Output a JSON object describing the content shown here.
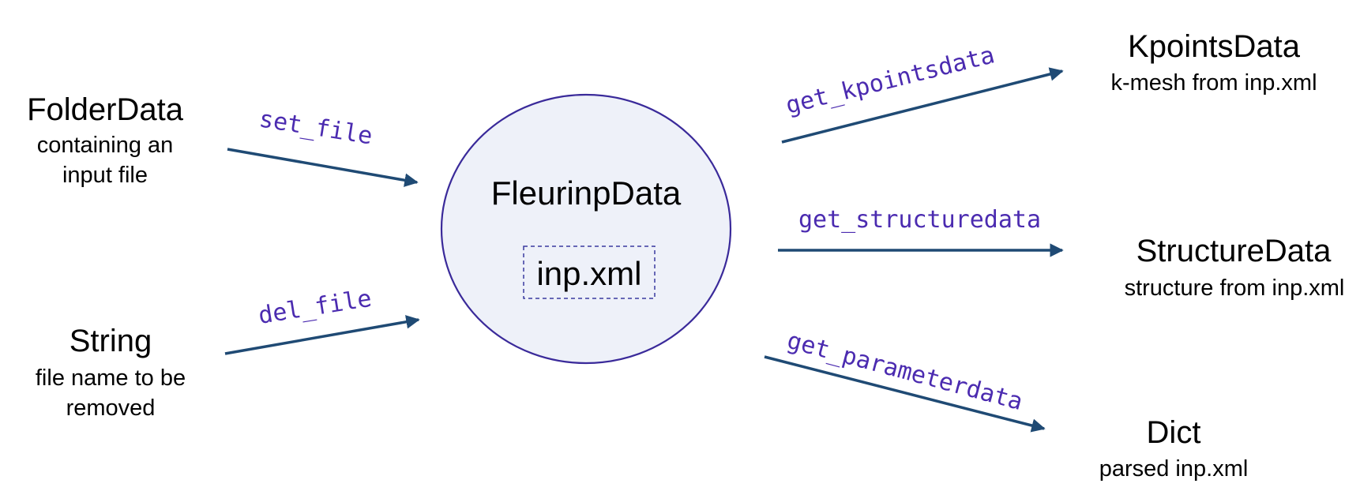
{
  "center": {
    "title": "FleurinpData",
    "inner_label": "inp.xml"
  },
  "inputs": [
    {
      "title": "FolderData",
      "subtitle_lines": [
        "containing an",
        "input file"
      ],
      "method": "set_file"
    },
    {
      "title": "String",
      "subtitle_lines": [
        "file name to be",
        "removed"
      ],
      "method": "del_file"
    }
  ],
  "outputs": [
    {
      "title": "KpointsData",
      "subtitle_lines": [
        "k-mesh from inp.xml"
      ],
      "method": "get_kpointsdata"
    },
    {
      "title": "StructureData",
      "subtitle_lines": [
        "structure from inp.xml"
      ],
      "method": "get_structuredata"
    },
    {
      "title": "Dict",
      "subtitle_lines": [
        "parsed inp.xml"
      ],
      "method": "get_parameterdata"
    }
  ],
  "colors": {
    "arrow": "#1f4a74",
    "method_text": "#4b2bb0",
    "circle_fill": "#eef1f9",
    "circle_stroke": "#3a2a9a",
    "box_stroke": "#3a3aa0"
  }
}
